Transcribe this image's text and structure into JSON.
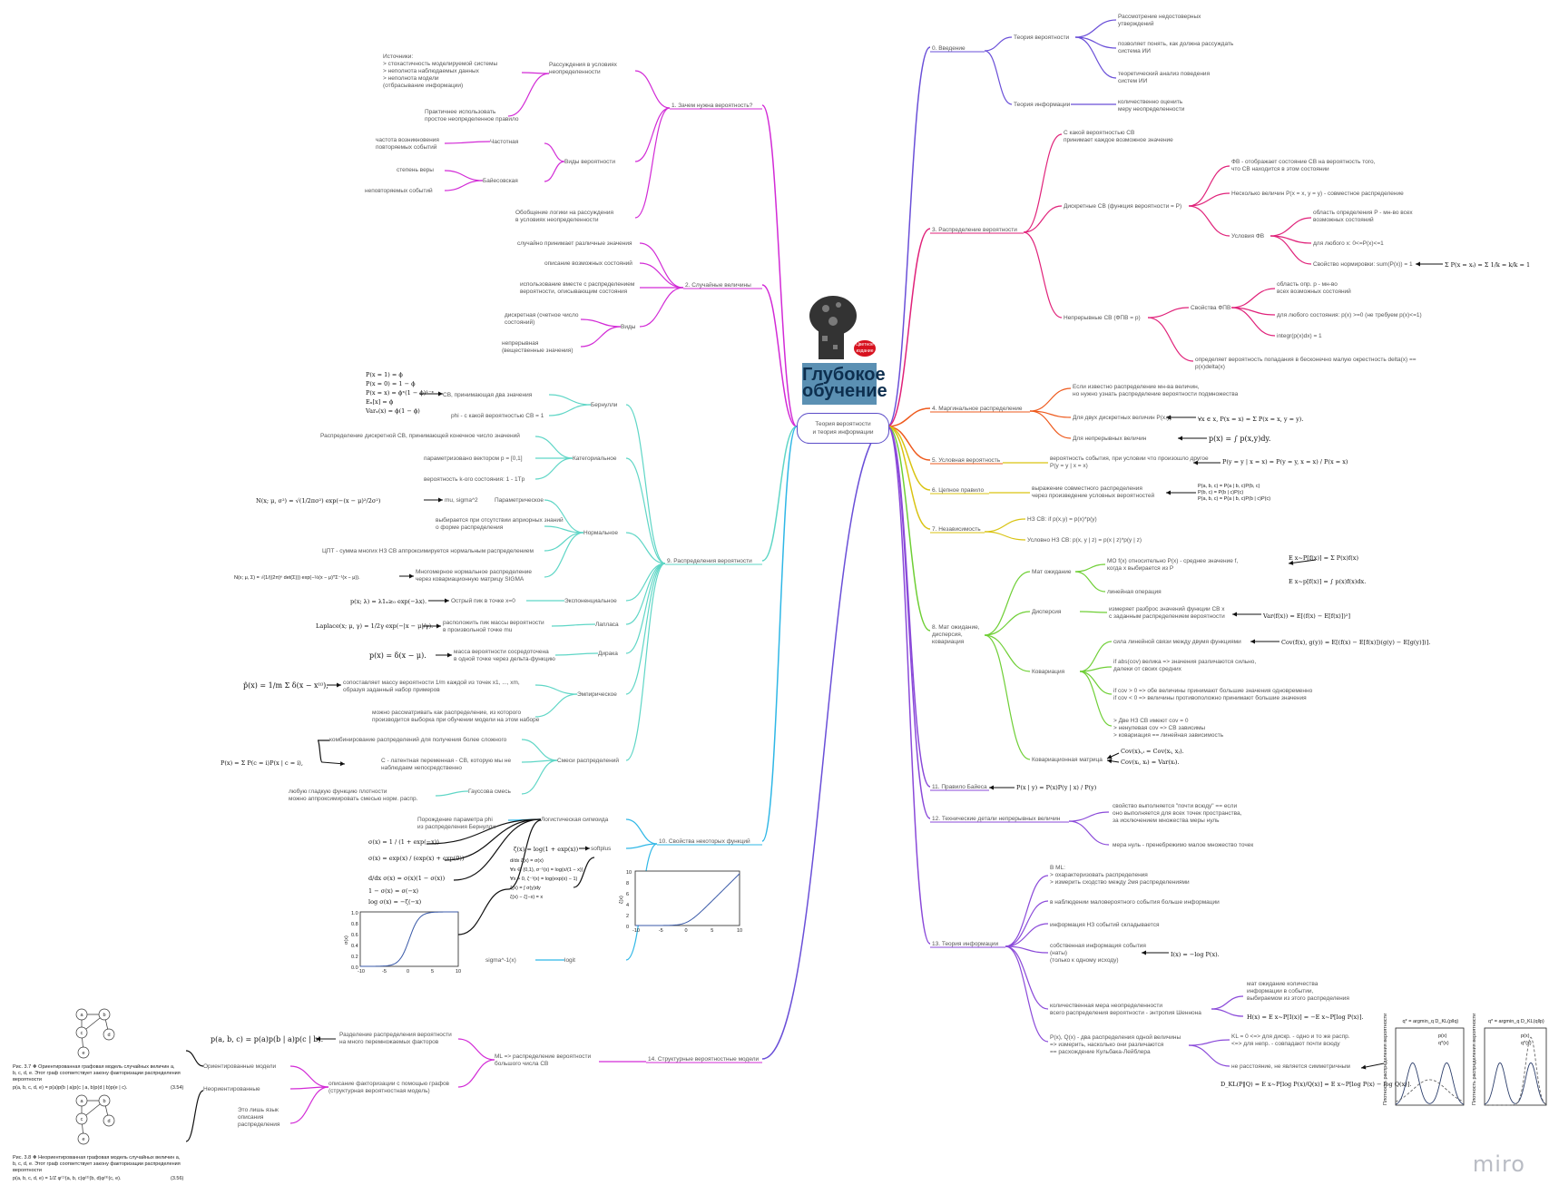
{
  "root": {
    "label": "Теория вероятности\nи теория информации"
  },
  "book": {
    "title": "Глубокое обучение",
    "badge": "Цветное издание"
  },
  "watermark": "miro",
  "colors": {
    "violet": "#6a4fd8",
    "magenta": "#d22ad6",
    "pink": "#e0227a",
    "orange": "#ee5a1d",
    "yellow": "#d9c312",
    "green": "#6fcf36",
    "cyan": "#5fd6c6",
    "blue": "#2fb7e6",
    "purple": "#8a49d9"
  },
  "right": {
    "b0": {
      "label": "0. Введение",
      "theory": "Теория вероятности",
      "t1": "Рассмотрение недостоверных\nутверждений",
      "t2": "позволяет понять, как должна рассуждать\nсистема ИИ",
      "t3": "теоретический анализ поведения\nсистем ИИ",
      "info": "Теория информации",
      "i1": "количественно оценить\nмеру неопределенности"
    },
    "b3": {
      "label": "3. Распределение вероятности",
      "c1": "С какой вероятностью СВ\nпринимает каждое возможное значение",
      "disc": "Дискретные СВ (функция вероятности = P)",
      "d1": "ФВ - отображает состояние СВ на вероятность того,\nчто СВ находится в этом состоянии",
      "d2": "Несколько величин P(x = x, y = y) - совместное распределение",
      "cond": "Условия ФВ",
      "k1": "область определения P - мн-во всех\nвозможных состояний",
      "k2": "для любого x: 0<=P(x)<=1",
      "k3": "Свойство нормировки: sum(P(x)) = 1",
      "k3f": "Σ P(x = xᵢ) = Σ 1/k = k/k = 1",
      "cont": "Непрерывные СВ (ФПВ = p)",
      "prop": "Свойства ФПВ",
      "p1": "область опр. p - мн-во\nвсех возможных состояний",
      "p2": "для любого состояния: p(x) >=0 (не требуем p(x)<=1)",
      "p3": "integr(p(x)dx) = 1",
      "p4": "определяет вероятность попадания в бесконечно малую окрестность delta(x) ==\np(x)delta(x)"
    },
    "b4": {
      "label": "4. Маргинальное распределение",
      "m1": "Если известно распределение мн-ва величин,\nно нужно узнать распределение вероятности подмножества",
      "m2": "Для двух дискретных величин P(x,y)",
      "m2f": "∀x ∈ x, P(x = x) = Σ P(x = x, y = y).",
      "m3": "Для непрерывных величин",
      "m3f": "p(x) = ∫ p(x,y)dy."
    },
    "b5": {
      "label": "5. Условная вероятность",
      "u1": "вероятность события, при условии что произошло другое\nP(y = y | x = x)",
      "u1f": "P(y = y | x = x) = P(y = y, x = x) / P(x = x)"
    },
    "b6": {
      "label": "6. Цепное правило",
      "c1": "выражение совместного распределения\nчерез произведение условных вероятностей",
      "c1f": "P(a, b, c) = P(a | b, c)P(b, c)\nP(b, c) = P(b | c)P(c)\nP(a, b, c) = P(a | b, c)P(b | c)P(c)"
    },
    "b7": {
      "label": "7. Независимость",
      "n1": "НЗ СВ: if p(x,y) = p(x)*p(y)",
      "n2": "Условно НЗ СВ: p(x, y | z) = p(x | z)*p(y | z)"
    },
    "b8": {
      "label": "8. Мат ожидание,\nдисперсия,\nковариация",
      "e": "Мат ожидание",
      "e1": "МО f(x) относительно P(x) - среднее значение f,\nкогда x выбирается из P",
      "e1f": "E x~P[f(x)] = Σ P(x)f(x)",
      "e1f2": "E x~p[f(x)] = ∫ p(x)f(x)dx.",
      "e2": "линейная операция",
      "d": "Дисперсия",
      "d1": "измеряет разброс значений функции СВ x\nс заданным распределением вероятности",
      "d1f": "Var(f(x)) = E[(f(x) − E[f(x)])²]",
      "cov": "Ковариация",
      "v1": "сила линейной связи между двумя функциями",
      "v1f": "Cov(f(x), g(y)) = E[(f(x) − E[f(x)])(g(y) − E[g(y)])].",
      "v2": "if abs(cov) велика => значения различаются сильно,\nдалеки от своих средних",
      "v3": "if cov > 0 => обе величины принимают большие значения одновременно\nif cov < 0 => величины противоположно принимают большие значения",
      "v4": "> Две НЗ СВ имеют cov = 0\n> ненулевая cov => СВ зависимы\n> ковариация == линейная зависимость",
      "cm": "Ковариационная матрица",
      "cmf1": "Cov(x)ᵢ,ᵢ = Cov(xᵢ, xⱼ).",
      "cmf2": "Cov(xᵢ, xᵢ) = Var(xᵢ)."
    },
    "b11": {
      "label": "11. Правило Байеса",
      "f": "P(x | y) = P(x)P(y | x) / P(y)"
    },
    "b12": {
      "label": "12. Технические детали непрерывных величин",
      "t1": "свойство выполняется \"почти всюду\" == если\nоно выполняется для всех точек пространства,\nза исключением множества меры нуль",
      "t2": "мера нуль - пренебрежимо малое множество точек"
    },
    "b13": {
      "label": "13. Теория информации",
      "i1": "В ML:\n> охарактеризовать распределения\n> измерить сходство между 2мя распределениями",
      "i2": "в наблюдении маловероятного события больше информации",
      "i3": "информация НЗ событий складывается",
      "i4": "собственная информация события\n(наты)\n(только к одному исходу)",
      "i4f": "I(x) = −log P(x).",
      "i5": "количественная мера неопределенности\nвсего распределения вероятности - энтропия Шеннона",
      "i5a": "мат ожидание количества\nинформации в событии,\nвыбираемом из этого распределения",
      "i5f": "H(x) = E x~P[I(x)] = −E x~P[log P(x)].",
      "i6": "P(x), Q(x) - два распределения одной величины\n=> измерить, насколько они различаются\n== расхождение Кульбака-Лейблера",
      "k1": "KL = 0 <=> для дискр. - одно и то же распр.\n<=> для непр. - совпадают почти всюду",
      "k2": "не расстояние, не является симметричным",
      "kf": "D_KL(P‖Q) = E x~P[log P(x)/Q(x)] = E x~P[log P(x) − log Q(x)].",
      "plot1_title": "q* = argmin_q D_KL(p‖q)",
      "plot2_title": "q* = argmin_q D_KL(q‖p)",
      "plot_leg1": "p(x)",
      "plot_leg2": "q*(x)",
      "plot_ylabel": "Плотность распределения вероятности"
    },
    "b14": {
      "label": "14. Структурные вероятностные модели"
    }
  },
  "left": {
    "b1": {
      "label": "1. Зачем нужна вероятность?",
      "r": "Рассуждения в условиях\nнеопределенности",
      "r1": "Источники:\n> стохастичность моделируемой системы\n> неполнота наблюдаемых данных\n> неполнота модели\n(отбрасывание информации)",
      "r2": "Практичнее использовать\nпростое неопределенное правило",
      "kinds": "Виды вероятности",
      "freq": "Частотная",
      "f1": "частота возникновения\nповторяемых событий",
      "bayes": "Байесовская",
      "by1": "степень веры",
      "by2": "неповторяемых событий",
      "gen": "Обобщение логики на рассуждения\nв условиях неопределенности"
    },
    "b2": {
      "label": "2. Случайные величины",
      "s1": "случайно принимает различные значения",
      "s2": "описание возможных состояний",
      "s3": "использование вместе с распределением\nвероятности, описывающим состояния",
      "kinds": "Виды",
      "k1": "дискретная (счетное число\nсостояний)",
      "k2": "непрерывная\n(вещественные значения)"
    },
    "b9": {
      "label": "9. Распределения вероятности",
      "bern": "Бернулли",
      "bern1": "СВ, принимающая два значения",
      "bern2": "phi - с какой вероятностью СВ = 1",
      "bernf": "P(x = 1) = ϕ\nP(x = 0) = 1 − ϕ\nP(x = x) = ϕˣ(1 − ϕ)¹⁻ˣ\nEₓ[x] = ϕ\nVarₓ(x) = ϕ(1 − ϕ)",
      "cat": "Категориальное",
      "cat1": "Распределение дискретной СВ, принимающей конечное число значений",
      "cat2": "параметризовано вектором p = [0,1]",
      "cat3": "вероятность k-ого состояния: 1 - 1Tp",
      "norm": "Нормальное",
      "norm1": "Параметрическое",
      "norm1a": "mu, sigma^2",
      "norm1f": "N(x; μ, σ²) = √(1/2πσ²) exp(−(x − μ)²/2σ²)",
      "norm2": "выбирается при отсутствии априорных знаний\nо форме распределения",
      "norm3": "ЦПТ - сумма многих НЗ СВ аппроксимируется нормальным распределением",
      "norm4": "Многомерное нормальное распределение\nчерез ковариационную матрицу SIGMA",
      "norm4f": "N(x; μ, Σ) = √(1/((2π)ⁿ det(Σ))) exp(−½(x − μ)ᵀΣ⁻¹(x − μ)).",
      "exp": "Экспоненциальное",
      "exp1": "Острый пик в точке x=0",
      "expf": "p(x; λ) = λ1ₓ≥₀ exp(−λx).",
      "lap": "Лапласа",
      "lap1": "расположить пик массы вероятности\nв произвольной точке mu",
      "lapf": "Laplace(x; μ, γ) = 1/2γ exp(−|x − μ|/γ).",
      "dir": "Дирака",
      "dir1": "масса вероятности сосредоточена\nв одной точке через дельта-функцию",
      "dirf": "p(x) = δ(x − μ).",
      "emp": "Эмпирическое",
      "emp1": "сопоставляет массу вероятности 1/m каждой из точек x1, ..., xm,\nобразуя заданный набор примеров",
      "emp2": "можно рассматривать как распределение, из которого\nпроизводится выборка при обучении модели на этом наборе",
      "empf": "p̂(x) = 1/m Σ δ(x − x⁽ⁱ⁾),",
      "mix": "Смеси распределений",
      "mix1": "комбинирование распределений для получения более сложного",
      "mix2": "C - латентная переменная - СВ, которую мы не\nнаблюдаем непосредственно",
      "mixf": "P(x) = Σ P(c = i)P(x | c = i),",
      "gauss": "Гауссова смесь",
      "gauss1": "любую гладкую функцию плотности\nможно аппроксимировать смесью норм. распр."
    },
    "b10": {
      "label": "10. Свойства некоторых функций",
      "sig": "Логистическая сигмоида",
      "sig1": "Порождение параметра phi\nиз распределения Бернулли",
      "sigf": "σ(x) = 1 / (1 + exp(−x))",
      "sigf2": "σ(x) = exp(x) / (exp(x) + exp(0))",
      "sigf3": "d/dx σ(x) = σ(x)(1 − σ(x))",
      "sigf4": "1 − σ(x) = σ(−x)",
      "sigf5": "log σ(x) = −ζ(−x)",
      "soft": "softplus",
      "softf": "ζ(x) = log(1 + exp(x))",
      "softf2": "d/dx ζ(x) = σ(x)\n∀x ∈ (0,1), σ⁻¹(x) = log(x/(1 − x))\n∀x > 0, ζ⁻¹(x) = log(exp(x) − 1)\nζ(x) = ∫ σ(y)dy\nζ(x) − ζ(−x) = x",
      "logit": "logit",
      "logit1": "sigma^-1(x)",
      "plot_sig_y": "σ(x)",
      "plot_sig_xt": [
        "-10",
        "-5",
        "0",
        "5",
        "10"
      ],
      "plot_sig_yt": [
        "1.0",
        "0.8",
        "0.6",
        "0.4",
        "0.2",
        "0.0"
      ],
      "plot_sp_y": "ζ(x)",
      "plot_sp_xt": [
        "-10",
        "-5",
        "0",
        "5",
        "10"
      ],
      "plot_sp_yt": [
        "10",
        "8",
        "6",
        "4",
        "2",
        "0"
      ]
    },
    "b14": {
      "ml": "ML => распределение вероятности\nбольшого числа СВ",
      "f1": "Разделение распределения вероятности\nна много перемножаемых факторов",
      "f1f": "p(a, b, c) = p(a)p(b | a)p(c | b).",
      "f2": "описание факторизации с помощью графов\n(структурная вероятностная модель)",
      "dir": "Ориентированные модели",
      "undir": "Неориентированные",
      "lang": "Это лишь язык\nописания\nраспределения",
      "cap1": "Рис. 3.7 ❖ Ориентированная графовая модель случайных величин a,\nb, c, d, e. Этот граф соответствует закону факторизации распределения\nвероятности",
      "cap1f": "p(a, b, c, d, e) = p(a)p(b | a)p(c | a, b)p(d | b)p(e | c).",
      "cap1n": "(3.54)",
      "cap2": "Рис. 3.8 ❖ Неориентированная графовая модель случайных величин a,\nb, c, d, e. Этот граф соответствует закону факторизации распределения\nвероятности",
      "cap2f": "p(a, b, c, d, e) = 1/Z φ⁽¹⁾(a, b, c)φ⁽²⁾(b, d)φ⁽³⁾(c, e).",
      "cap2n": "(3.56)",
      "nodes": [
        "a",
        "b",
        "c",
        "d",
        "e"
      ]
    }
  }
}
